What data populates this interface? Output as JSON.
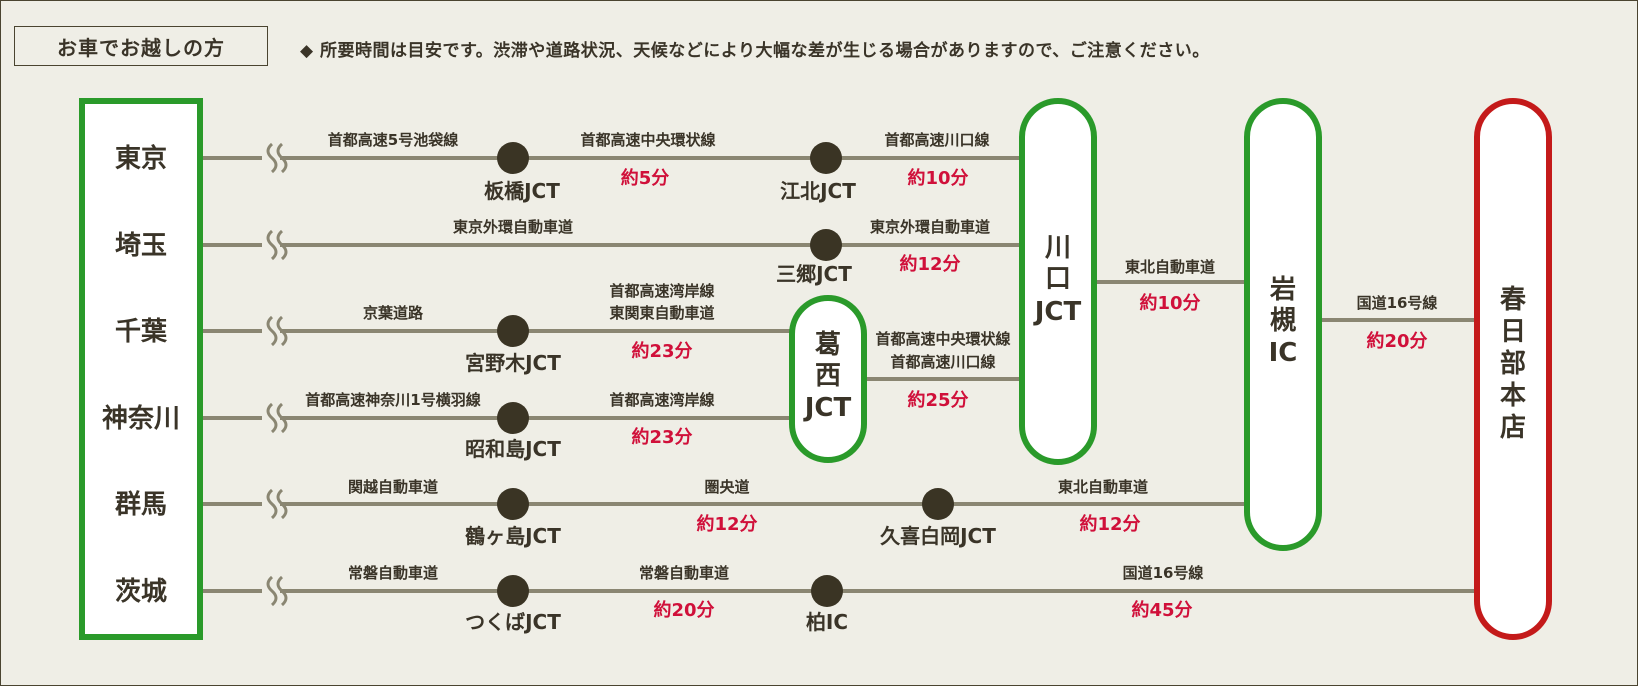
{
  "header": {
    "title": "お車でお越しの方",
    "note": "◆ 所要時間は目安です。渋滞や道路状況、天候などにより大幅な差が生じる場合がありますので、ご注意ください。"
  },
  "origins": [
    "東京",
    "埼玉",
    "千葉",
    "神奈川",
    "群馬",
    "茨城"
  ],
  "hubs": {
    "kasai": [
      "葛",
      "西",
      "JCT"
    ],
    "kawaguchi": [
      "川",
      "口",
      "JCT"
    ],
    "iwatsuki": [
      "岩",
      "槻",
      "IC"
    ],
    "destination": [
      "春",
      "日",
      "部",
      "本",
      "店"
    ]
  },
  "junctions": {
    "itabashi": "板橋JCT",
    "kohoku": "江北JCT",
    "misato": "三郷JCT",
    "miyanogi": "宮野木JCT",
    "showajima": "昭和島JCT",
    "tsurugashima": "鶴ヶ島JCT",
    "kukishirooka": "久喜白岡JCT",
    "tsukuba": "つくばJCT",
    "kashiwa": "柏IC"
  },
  "roads": {
    "r1a": "首都高速5号池袋線",
    "r1b": "首都高速中央環状線",
    "r1c": "首都高速川口線",
    "r2a": "東京外環自動車道",
    "r2b": "東京外環自動車道",
    "r3a": "京葉道路",
    "r3b1": "首都高速湾岸線",
    "r3b2": "東関東自動車道",
    "r4a": "首都高速神奈川1号横羽線",
    "r4b": "首都高速湾岸線",
    "kasai1": "首都高速中央環状線",
    "kasai2": "首都高速川口線",
    "kawaguchi_iwatsuki": "東北自動車道",
    "iwatsuki_dest": "国道16号線",
    "r5a": "関越自動車道",
    "r5b": "圏央道",
    "r5c": "東北自動車道",
    "r6a": "常磐自動車道",
    "r6b": "常磐自動車道",
    "r6c": "国道16号線"
  },
  "times": {
    "r1b": "約5分",
    "r1c": "約10分",
    "r2b": "約12分",
    "r3b": "約23分",
    "r4b": "約23分",
    "kasai": "約25分",
    "kawaguchi_iwatsuki": "約10分",
    "iwatsuki_dest": "約20分",
    "r5b": "約12分",
    "r5c": "約12分",
    "r6b": "約20分",
    "r6c": "約45分"
  },
  "colors": {
    "origin_border": "#2a9a2a",
    "hub_border": "#2a9a2a",
    "destination_border": "#c41a1a",
    "line": "#8a8672",
    "node": "#3a3424",
    "time_text": "#d0103a"
  }
}
